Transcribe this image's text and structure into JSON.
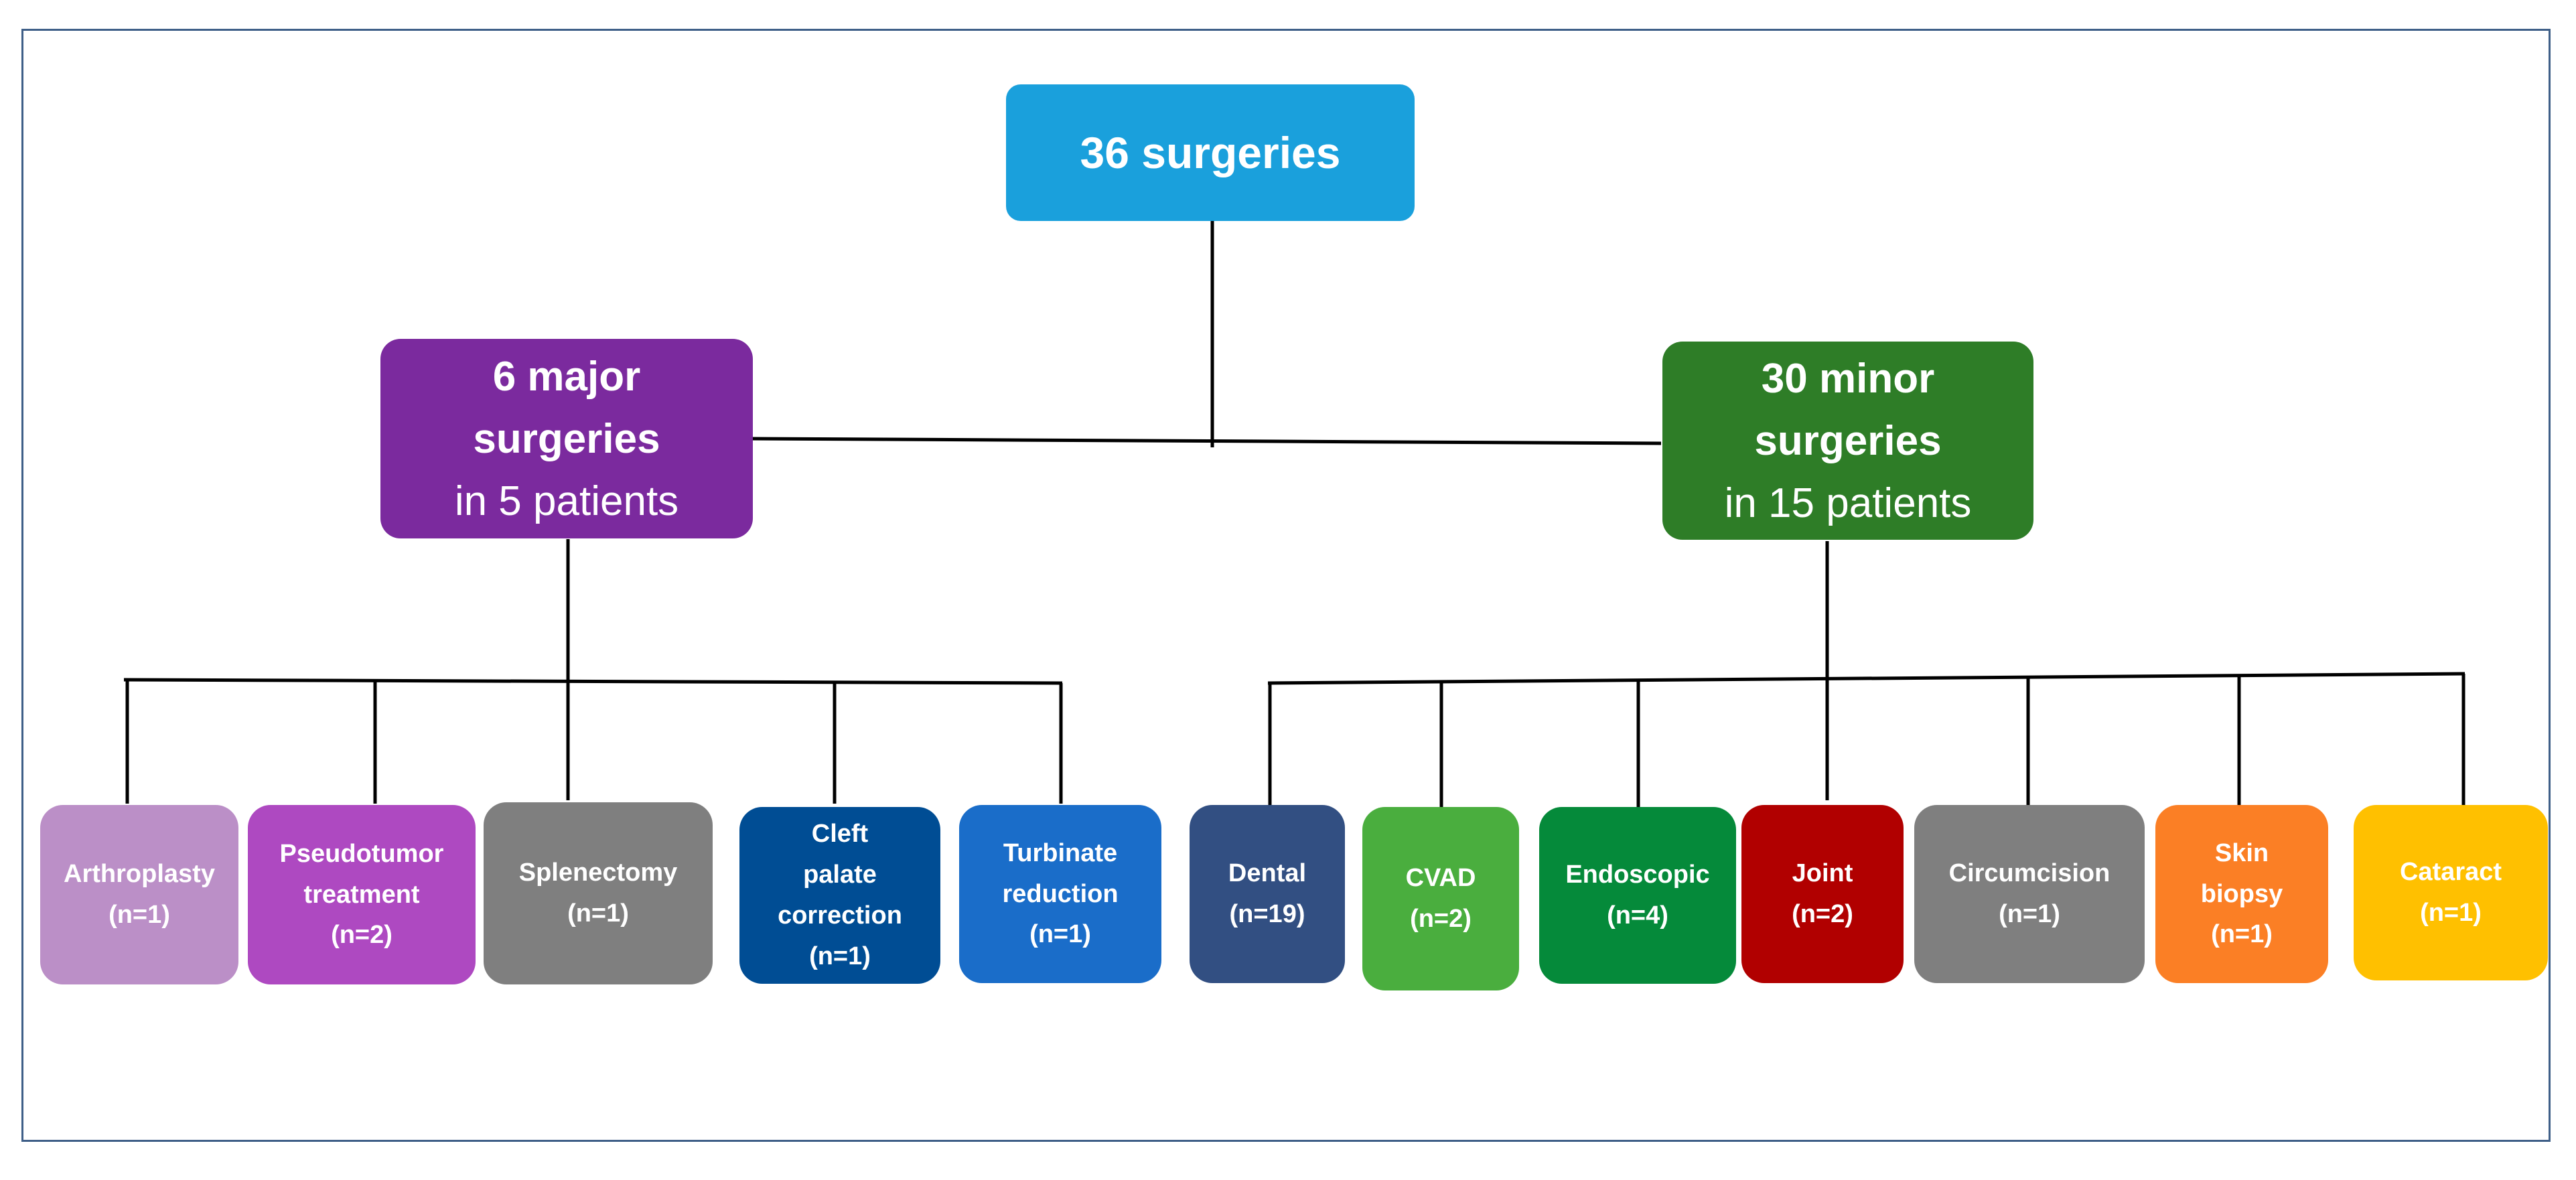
{
  "root": {
    "label": "36 surgeries",
    "color": "#1aa0dc"
  },
  "major": {
    "line1": "6 major",
    "line2": "surgeries",
    "line3": "in 5 patients",
    "color": "#7b2a9e"
  },
  "minor": {
    "line1": "30 minor",
    "line2": "surgeries",
    "line3": "in 15 patients",
    "color": "#2e7d27"
  },
  "major_leaves": [
    {
      "lines": [
        "Arthroplasty",
        "(n=1)"
      ],
      "color": "#bb8fc7"
    },
    {
      "lines": [
        "Pseudotumor",
        "treatment",
        "(n=2)"
      ],
      "color": "#ae49c1"
    },
    {
      "lines": [
        "Splenectomy",
        "(n=1)"
      ],
      "color": "#7f7f7f"
    },
    {
      "lines": [
        "Cleft",
        "palate",
        "correction",
        "(n=1)"
      ],
      "color": "#004d94"
    },
    {
      "lines": [
        "Turbinate",
        "reduction",
        "(n=1)"
      ],
      "color": "#1a6dc9"
    }
  ],
  "minor_leaves": [
    {
      "lines": [
        "Dental",
        "(n=19)"
      ],
      "color": "#324f82"
    },
    {
      "lines": [
        "CVAD",
        "(n=2)"
      ],
      "color": "#4aae3e"
    },
    {
      "lines": [
        "Endoscopic",
        "(n=4)"
      ],
      "color": "#058a3a"
    },
    {
      "lines": [
        "Joint",
        "(n=2)"
      ],
      "color": "#b10000"
    },
    {
      "lines": [
        "Circumcision",
        "(n=1)"
      ],
      "color": "#7f7f7f"
    },
    {
      "lines": [
        "Skin",
        "biopsy",
        "(n=1)"
      ],
      "color": "#fb7f25"
    },
    {
      "lines": [
        "Cataract",
        "(n=1)"
      ],
      "color": "#ffc000"
    }
  ]
}
